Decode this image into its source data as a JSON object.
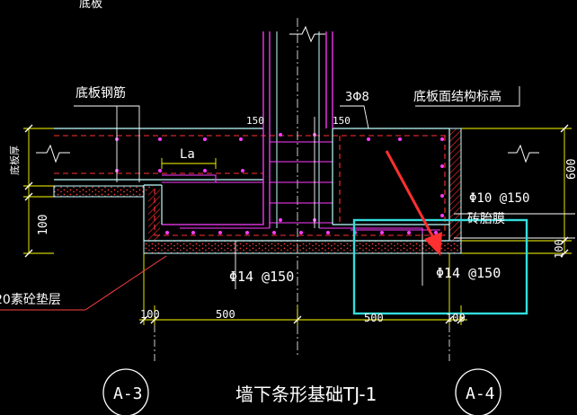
{
  "labels": {
    "top_cut": "底板",
    "bottom_rebar": "底板钢筋",
    "slab_thickness": "底板厚",
    "top_elevation": "底板面结构标高",
    "stirrup_spec": "3Φ8",
    "dim_150_left": "150",
    "dim_150_right": "150",
    "dim_la": "La",
    "dim_600": "600",
    "dim_100_left": "100",
    "dim_100_right": "100",
    "rebar_phi10": "Φ10 @150",
    "brick_mold": "砖胎膜",
    "rebar_phi14_left": "Φ14 @150",
    "rebar_phi14_right": "Φ14 @150",
    "cushion": "20素砼垫层",
    "dim_bottom_100_left": "100",
    "dim_500_left": "500",
    "dim_500_right": "500",
    "dim_bottom_100_right": "100",
    "axis_left": "A-3",
    "axis_right": "A-4",
    "title": "墙下条形基础TJ-1"
  },
  "colors": {
    "background": "#000000",
    "dashed_rebar": "#ff3030",
    "structure_outline": "#c0ffff",
    "rebar_magenta": "#ff3cff",
    "dimension_yellow": "#ffff00",
    "hatch": "#ff3030",
    "highlight_box": "#33dddd",
    "arrow": "#ff3030",
    "leader": "#ff4040",
    "text": "#ffffff"
  }
}
